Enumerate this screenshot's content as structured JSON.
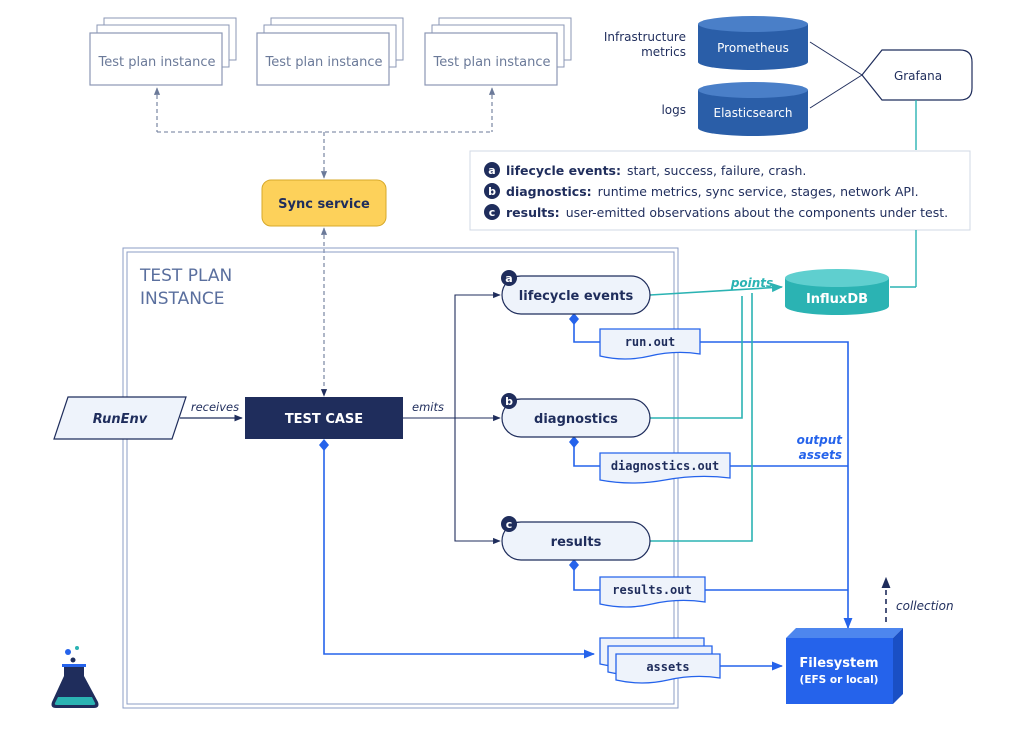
{
  "colors": {
    "navy": "#1f2d5c",
    "blue": "#2563eb",
    "teal": "#2bb3b3",
    "light_fill": "#eef3fb",
    "yellow": "#fdd15a",
    "gray": "#6b7a99"
  },
  "test_plan_instances": [
    {
      "label": "Test plan instance"
    },
    {
      "label": "Test plan instance"
    },
    {
      "label": "Test plan instance"
    }
  ],
  "sync_service": {
    "label": "Sync service"
  },
  "monitoring": {
    "infra_label_line1": "Infrastructure",
    "infra_label_line2": "metrics",
    "logs_label": "logs",
    "prometheus": "Prometheus",
    "elasticsearch": "Elasticsearch",
    "grafana": "Grafana"
  },
  "legend": [
    {
      "badge": "a",
      "term": "lifecycle events:",
      "desc": "start, success, failure, crash."
    },
    {
      "badge": "b",
      "term": "diagnostics:",
      "desc": "runtime metrics, sync service, stages, network API."
    },
    {
      "badge": "c",
      "term": "results:",
      "desc": "user-emitted observations about the components under test."
    }
  ],
  "container": {
    "title_line1": "TEST PLAN",
    "title_line2": "INSTANCE"
  },
  "runenv": {
    "label": "RunEnv"
  },
  "test_case": {
    "label": "TEST CASE"
  },
  "edge_labels": {
    "receives": "receives",
    "emits": "emits",
    "points": "points",
    "output_line1": "output",
    "output_line2": "assets",
    "collection": "collection"
  },
  "streams": [
    {
      "badge": "a",
      "label": "lifecycle events",
      "file": "run.out"
    },
    {
      "badge": "b",
      "label": "diagnostics",
      "file": "diagnostics.out"
    },
    {
      "badge": "c",
      "label": "results",
      "file": "results.out"
    }
  ],
  "assets": {
    "label": "assets"
  },
  "influxdb": {
    "label": "InfluxDB"
  },
  "filesystem": {
    "title": "Filesystem",
    "subtitle": "(EFS or local)"
  }
}
